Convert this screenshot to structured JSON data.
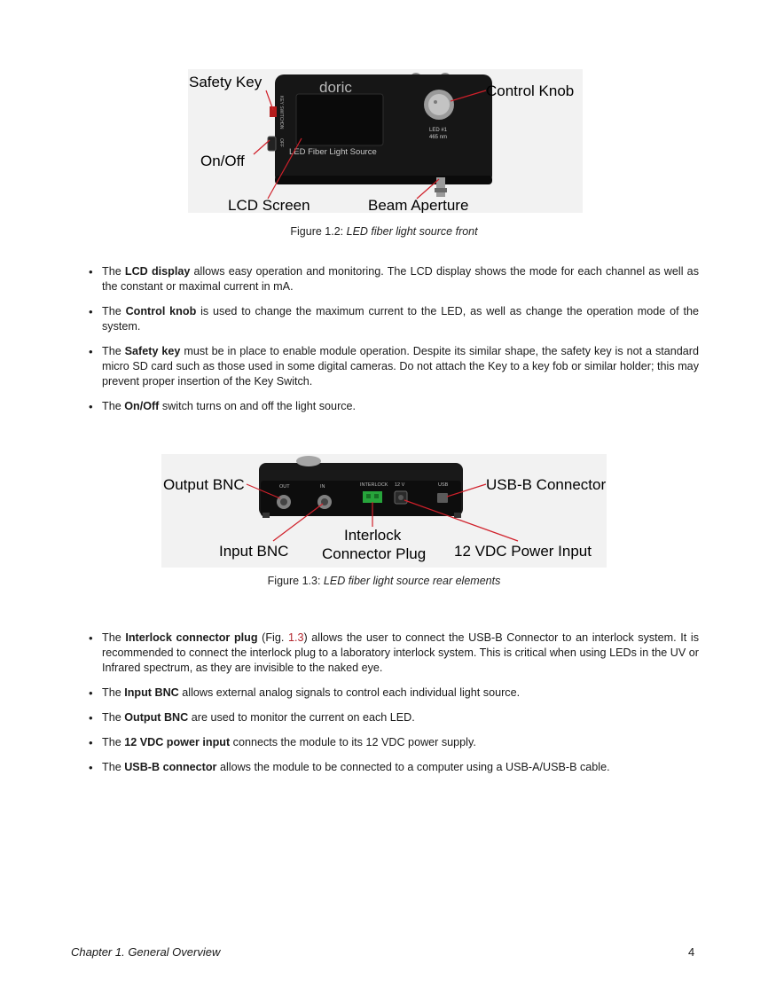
{
  "figure1": {
    "labels": {
      "safety_key": "Safety Key",
      "on_off": "On/Off",
      "lcd_screen": "LCD Screen",
      "beam_aperture": "Beam Aperture",
      "control_knob": "Control Knob"
    },
    "device_text": {
      "brand": "doric",
      "front_label": "LED Fiber Light Source",
      "led_line1": "LED #1",
      "led_line2": "465 nm",
      "side_key": "KEY SWITCH",
      "side_on": "ON",
      "side_off": "OFF"
    },
    "caption_prefix": "Figure 1.2:",
    "caption_title": "LED fiber light source front"
  },
  "section1": [
    {
      "pre": "The ",
      "bold": "LCD display",
      "post": " allows easy operation and monitoring. The LCD display shows the mode for each channel as well as the constant or maximal current in mA."
    },
    {
      "pre": "The ",
      "bold": "Control knob",
      "post": " is used to change the maximum current to the LED, as well as change the operation mode of the system."
    },
    {
      "pre": "The ",
      "bold": "Safety key",
      "post": " must be in place to enable module operation.  Despite its similar shape, the safety key is not a standard micro SD card such as those used in some digital cameras.  Do not attach the Key to a key fob or similar holder; this may prevent proper insertion of the Key Switch."
    },
    {
      "pre": "The ",
      "bold": "On/Off",
      "post": " switch turns on and off the light source."
    }
  ],
  "figure2": {
    "labels": {
      "output_bnc": "Output BNC",
      "input_bnc": "Input BNC",
      "interlock_line1": "Interlock",
      "interlock_line2": "Connector Plug",
      "power_input": "12 VDC Power Input",
      "usb_connector": "USB-B Connector"
    },
    "device_text": {
      "out": "OUT",
      "in": "IN",
      "interlock": "INTERLOCK",
      "volt": "12 V",
      "usb": "USB"
    },
    "caption_prefix": "Figure 1.3:",
    "caption_title": "LED fiber light source rear elements"
  },
  "section2": {
    "interlock": {
      "pre": "The ",
      "bold": "Interlock connector plug",
      "mid": " (Fig. ",
      "ref": "1.3",
      "post": ") allows the user to connect the USB-B Connector to an interlock system. It is recommended to connect the interlock plug to a laboratory interlock system. This is critical when using LEDs in the UV or Infrared spectrum, as they are invisible to the naked eye."
    },
    "items": [
      {
        "pre": "The ",
        "bold": "Input BNC",
        "post": " allows external analog signals to control each individual light source."
      },
      {
        "pre": "The ",
        "bold": "Output BNC",
        "post": " are used to monitor the current on each LED."
      },
      {
        "pre": "The ",
        "bold": "12 VDC power input",
        "post": " connects the module to its 12 VDC power supply."
      },
      {
        "pre": "The ",
        "bold": "USB-B connector",
        "post": " allows the module to be connected to a computer using a USB-A/USB-B cable."
      }
    ]
  },
  "footer": {
    "chapter": "Chapter 1.  General Overview",
    "page_number": "4"
  }
}
